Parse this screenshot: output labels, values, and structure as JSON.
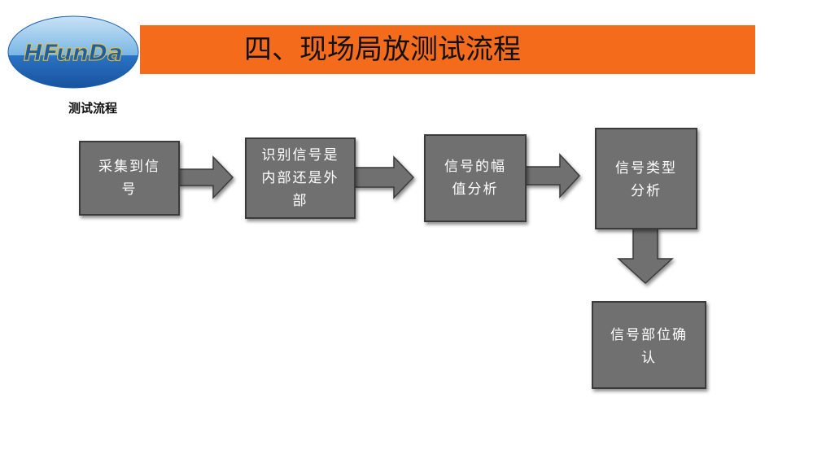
{
  "logo": {
    "text": "HFunDa",
    "colors": {
      "blue": "#1a5fb0",
      "light_blue": "#8fc3ea",
      "yellow": "#f5c21b"
    }
  },
  "header": {
    "title": "四、现场局放测试流程",
    "bar_color": "#f46b1c"
  },
  "section": {
    "subtitle": "测试流程"
  },
  "flow": {
    "box_color": "#707070",
    "steps": [
      {
        "label": "采集到信号"
      },
      {
        "label": "识别信号是内部还是外部"
      },
      {
        "label": "信号的幅值分析"
      },
      {
        "label": "信号类型分析"
      },
      {
        "label": "信号部位确认"
      }
    ]
  }
}
